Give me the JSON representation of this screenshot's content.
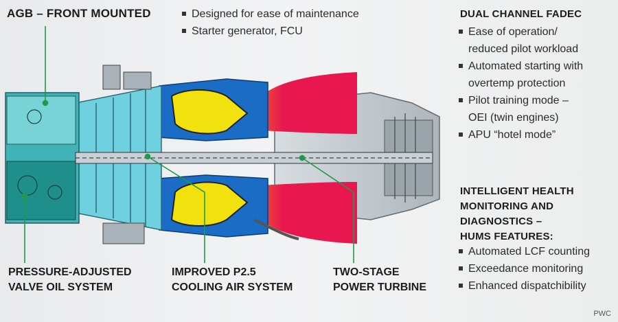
{
  "labels": {
    "agb": "AGB – FRONT MOUNTED",
    "agb_bullets": [
      "Designed for ease of maintenance",
      "Starter generator, FCU"
    ],
    "fadec_title": "DUAL CHANNEL FADEC",
    "fadec_bullets": [
      [
        "Ease of operation/",
        "reduced pilot workload"
      ],
      [
        "Automated starting with",
        "overtemp protection"
      ],
      [
        "Pilot training mode –",
        "OEI (twin engines)"
      ],
      [
        "APU “hotel mode”"
      ]
    ],
    "hums_title": [
      "INTELLIGENT HEALTH",
      "MONITORING AND",
      "DIAGNOSTICS –",
      "HUMS FEATURES:"
    ],
    "hums_bullets": [
      "Automated LCF counting",
      "Exceedance monitoring",
      "Enhanced dispatchibility"
    ],
    "oil": [
      "PRESSURE-ADJUSTED",
      "VALVE OIL SYSTEM"
    ],
    "cooling": [
      "IMPROVED P2.5",
      "COOLING AIR SYSTEM"
    ],
    "turbine": [
      "TWO-STAGE",
      "POWER TURBINE"
    ],
    "credit": "PWC"
  },
  "colors": {
    "leader": "#1f9a4a",
    "cyan": "#6fd0e0",
    "teal": "#1f8f8c",
    "blue": "#1a6cc4",
    "yellow": "#f1e10e",
    "red": "#e8174f",
    "steel": "#8e9aa2"
  }
}
